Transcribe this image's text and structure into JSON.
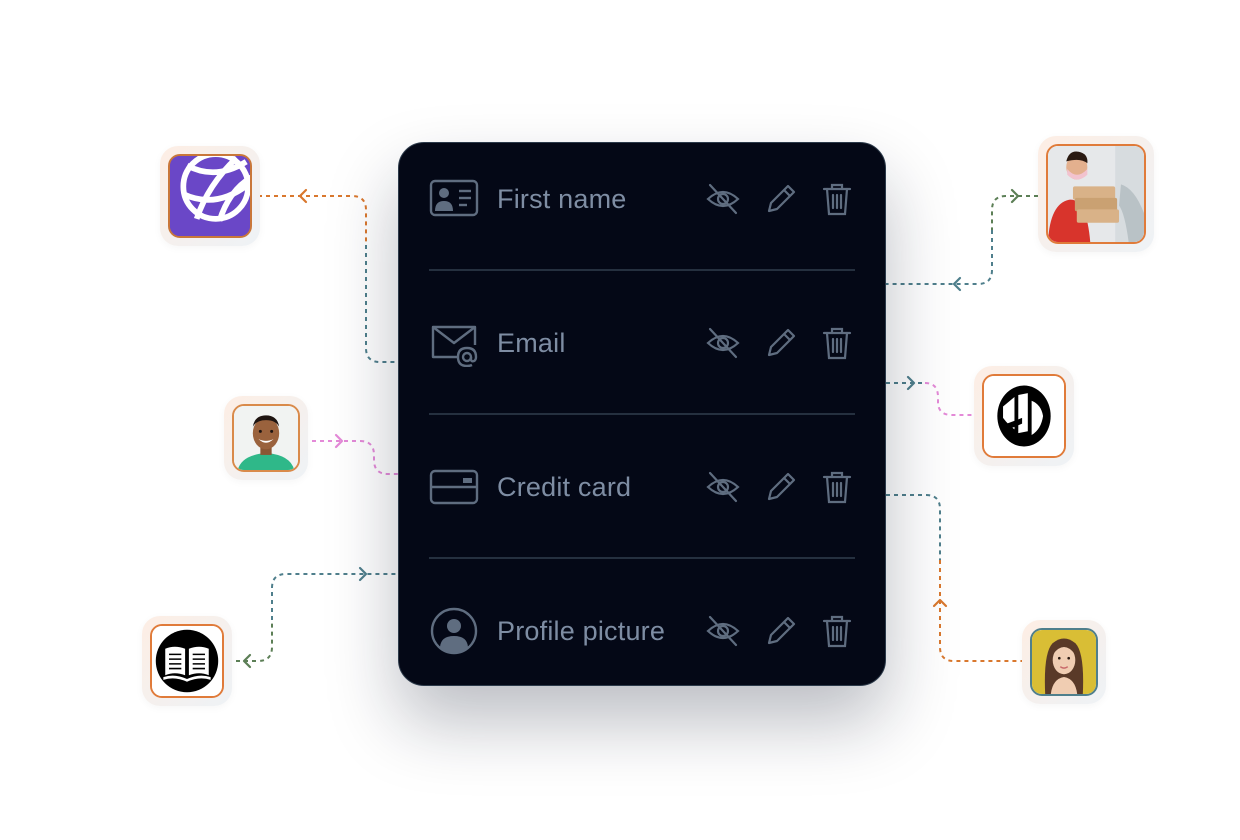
{
  "fields": [
    {
      "label": "First name",
      "icon": "id-card-icon"
    },
    {
      "label": "Email",
      "icon": "email-at-icon"
    },
    {
      "label": "Credit card",
      "icon": "credit-card-icon"
    },
    {
      "label": "Profile picture",
      "icon": "user-avatar-icon"
    }
  ],
  "actions": {
    "hide": "eye-off-icon",
    "edit": "pencil-icon",
    "delete": "trash-icon"
  },
  "apps": [
    {
      "name": "globe-app-icon",
      "color": "#6a47c7"
    },
    {
      "name": "person-smiling-photo"
    },
    {
      "name": "book-app-icon"
    },
    {
      "name": "delivery-person-photo"
    },
    {
      "name": "shield-logo-icon"
    },
    {
      "name": "woman-portrait-photo"
    }
  ],
  "colors": {
    "card_bg": "#040816",
    "label": "#7e8da3",
    "icon": "#5f6d80",
    "connector_orange": "#d9782e",
    "connector_teal": "#4f7f8c",
    "connector_pink": "#e48ad8",
    "connector_green": "#5c7f56"
  }
}
